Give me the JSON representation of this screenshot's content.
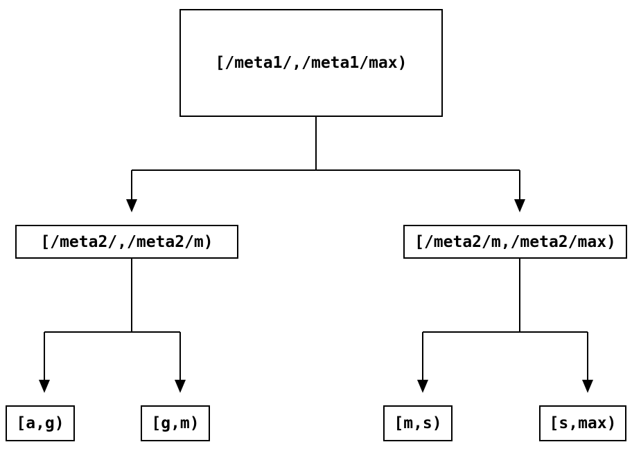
{
  "diagram": {
    "colors": {
      "background": "#ffffff",
      "line": "#000000",
      "text": "#000000",
      "node_fill": "#ffffff"
    },
    "nodes": {
      "root": "[/meta1/,/meta1/max)",
      "level2_left": "[/meta2/,/meta2/m)",
      "level2_right": "[/meta2/m,/meta2/max)",
      "leaf_ag": "[a,g)",
      "leaf_gm": "[g,m)",
      "leaf_ms": "[m,s)",
      "leaf_smax": "[s,max)"
    }
  }
}
